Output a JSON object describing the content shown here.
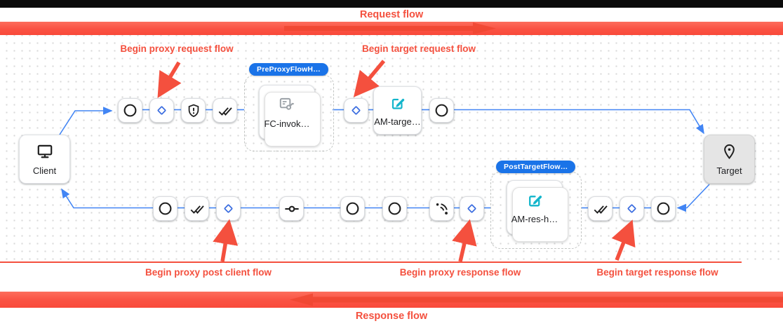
{
  "colors": {
    "accent_red": "#F4503E",
    "band_red": "#FA5243",
    "band_arrow_red": "#EF4631",
    "connector_blue": "#4285F4",
    "diamond_blue": "#3C6EE0",
    "badge_blue": "#1A73E8",
    "policy_teal": "#12B5CB",
    "icon_black": "#1F1F1F"
  },
  "header": {
    "request_flow_label": "Request flow"
  },
  "footer": {
    "response_flow_label": "Response flow"
  },
  "annotations": [
    {
      "label": "Begin proxy request flow"
    },
    {
      "label": "Begin target request flow"
    },
    {
      "label": "Begin proxy post client flow"
    },
    {
      "label": "Begin proxy response flow"
    },
    {
      "label": "Begin target response flow"
    }
  ],
  "flow": {
    "client_label": "Client",
    "target_label": "Target",
    "groups": [
      {
        "badge": "PreProxyFlowH…",
        "policy": "FC-invok…"
      },
      {
        "badge": "PostTargetFlow…",
        "policy": "AM-res-h…"
      }
    ],
    "policies": {
      "flow_callout": "FC-invok…",
      "assign_message_target": "AM-targe…",
      "assign_message_response": "AM-res-h…"
    },
    "request_nodes": [
      "circle-step",
      "conditional-diamond",
      "shield-policy",
      "done-all",
      "flow-callout-group",
      "conditional-diamond",
      "assign-message-card",
      "circle-step"
    ],
    "response_nodes": [
      "circle-step",
      "done-all",
      "conditional-diamond",
      "commit",
      "circle-step",
      "circle-step",
      "signal-waves",
      "conditional-diamond",
      "assign-message-group",
      "done-all",
      "conditional-diamond",
      "circle-step"
    ]
  }
}
